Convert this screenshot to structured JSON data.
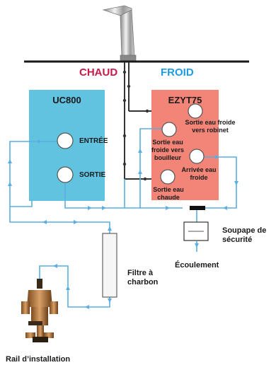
{
  "headers": {
    "hot": "CHAUD",
    "cold": "FROID"
  },
  "units": {
    "left": {
      "title": "UC800",
      "inlet": "ENTRÉE",
      "outlet": "SORTIE"
    },
    "right": {
      "title": "EZYT75",
      "cold_to_tap_line1": "Sortie eau froide",
      "cold_to_tap_line2": "vers robinet",
      "cold_to_boiler_line1": "Sortie eau",
      "cold_to_boiler_line2": "froide vers",
      "cold_to_boiler_line3": "bouilleur",
      "cold_inlet_line1": "Arrivée eau",
      "cold_inlet_line2": "froide",
      "hot_out_line1": "Sortie eau",
      "hot_out_line2": "chaude"
    }
  },
  "components": {
    "valve_line1": "Soupape de",
    "valve_line2": "sécurité",
    "drain": "Écoulement",
    "filter_line1": "Filtre à",
    "filter_line2": "charbon",
    "rail": "Rail d’installation"
  },
  "colors": {
    "hot": "#c8184a",
    "cold": "#1e9be0",
    "left_box": "#62c3e0",
    "right_box": "#f28478",
    "pipe": "#5aaee0",
    "dark_pipe": "#333333"
  }
}
